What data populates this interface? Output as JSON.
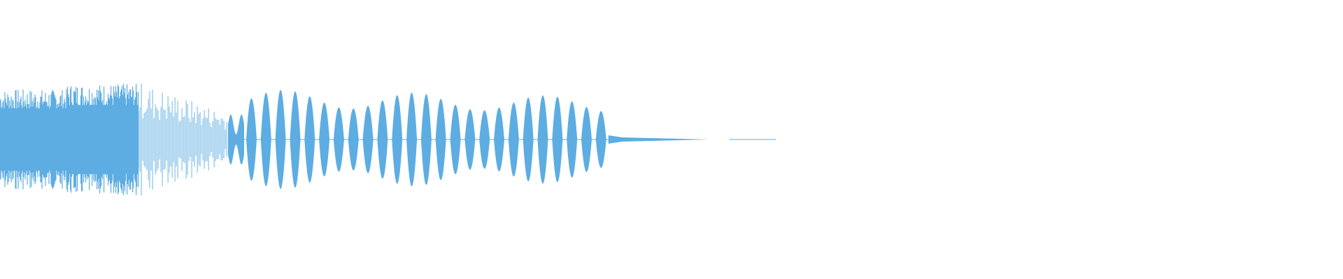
{
  "waveform": {
    "color": "#5dade2",
    "background": "#ffffff",
    "duration_fraction_shown": 0.6,
    "segments": [
      {
        "name": "noise-burst-1",
        "type": "noise",
        "start": 0.0,
        "end": 0.083,
        "amplitude": 0.36
      },
      {
        "name": "noise-burst-2",
        "type": "noise",
        "start": 0.083,
        "end": 0.172,
        "amplitude": 0.4
      },
      {
        "name": "sparse-decay",
        "type": "sparse",
        "start": 0.172,
        "end": 0.283,
        "amplitude": 0.42
      },
      {
        "name": "tone-wobble",
        "type": "wobble",
        "start": 0.283,
        "end": 0.303,
        "amplitude": 0.18
      },
      {
        "name": "tone-pulses",
        "type": "pulses",
        "start": 0.303,
        "end": 0.755,
        "amplitude": 0.36,
        "count": 25
      },
      {
        "name": "tail-fade",
        "type": "tail",
        "start": 0.755,
        "end": 0.88,
        "amplitude": 0.015
      },
      {
        "name": "tail-line",
        "type": "line",
        "start": 0.905,
        "end": 0.963,
        "amplitude": 0.002
      }
    ]
  }
}
